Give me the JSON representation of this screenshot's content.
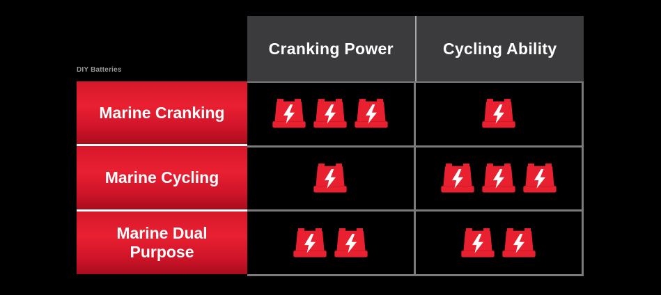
{
  "page": {
    "background_color": "#000000"
  },
  "brand_label": "DIY Batteries",
  "header": {
    "columns": [
      {
        "label": "Cranking Power"
      },
      {
        "label": "Cycling Ability"
      }
    ],
    "background_color": "#3b3a3c",
    "text_color": "#ffffff",
    "divider_color": "#a8a8aa"
  },
  "rows": [
    {
      "label": "Marine Cranking",
      "cranking_power": 3,
      "cycling_ability": 1
    },
    {
      "label": "Marine Cycling",
      "cranking_power": 1,
      "cycling_ability": 3
    },
    {
      "label": "Marine Dual Purpose",
      "cranking_power": 2,
      "cycling_ability": 2
    }
  ],
  "icons": {
    "battery_bolt_icon": {
      "name": "battery-bolt-icon",
      "color": "#e8202f",
      "bolt_color": "#ffffff"
    }
  },
  "colors": {
    "row_red_gradient_top": "#d6182b",
    "row_red_gradient_mid": "#e92031",
    "row_red_gradient_bottom": "#a80d1d",
    "grid_border_gray": "#7b7b7d",
    "row_separator_white": "#ffffff",
    "brand_label_gray": "#97979a"
  },
  "chart_data": {
    "type": "table",
    "title": "",
    "columns": [
      "Cranking Power",
      "Cycling Ability"
    ],
    "categories": [
      "Marine Cranking",
      "Marine Cycling",
      "Marine Dual Purpose"
    ],
    "series": [
      {
        "name": "Cranking Power",
        "values": [
          3,
          1,
          2
        ]
      },
      {
        "name": "Cycling Ability",
        "values": [
          1,
          3,
          2
        ]
      }
    ],
    "value_scale": "rating shown as count of battery icons, 1 to 3",
    "notes": "Ratings depicted as red battery icons with white lightning bolts on black cells; row headers on red gradient; column headers on dark gray"
  }
}
